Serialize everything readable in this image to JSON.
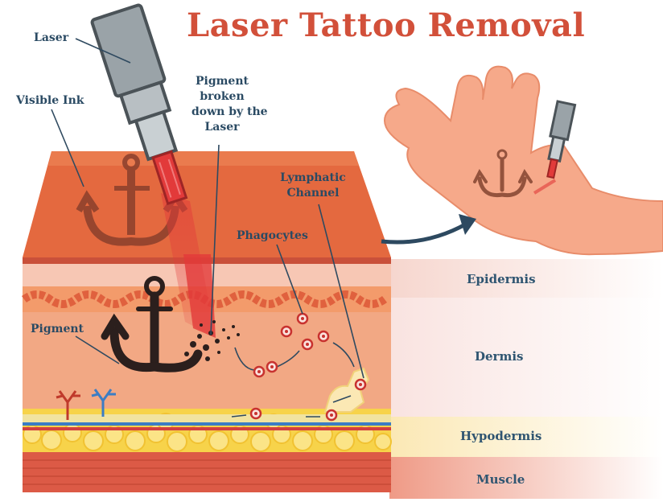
{
  "title": "Laser Tattoo Removal",
  "labels": {
    "laser": "Laser",
    "visible_ink": "Visible Ink",
    "pigment_broken_1": "Pigment",
    "pigment_broken_2": "broken",
    "pigment_broken_3": "down by the",
    "pigment_broken_4": "Laser",
    "lymphatic_1": "Lymphatic",
    "lymphatic_2": "Channel",
    "phagocytes": "Phagocytes",
    "pigment": "Pigment"
  },
  "layers": [
    "Epidermis",
    "Dermis",
    "Hypodermis",
    "Muscle"
  ],
  "colors": {
    "title": "#d2503a",
    "label": "#2a4a63",
    "skin_top": "#e4693f",
    "dermis": "#f2a884",
    "fat": "#f7d34a",
    "muscle": "#dc5a46",
    "ink": "#3c2a26",
    "laser": "#e23a3a",
    "hand": "#f6a98a"
  },
  "icons": [
    "laser-device-icon",
    "anchor-tattoo-icon",
    "hand-icon",
    "arrow-icon"
  ]
}
